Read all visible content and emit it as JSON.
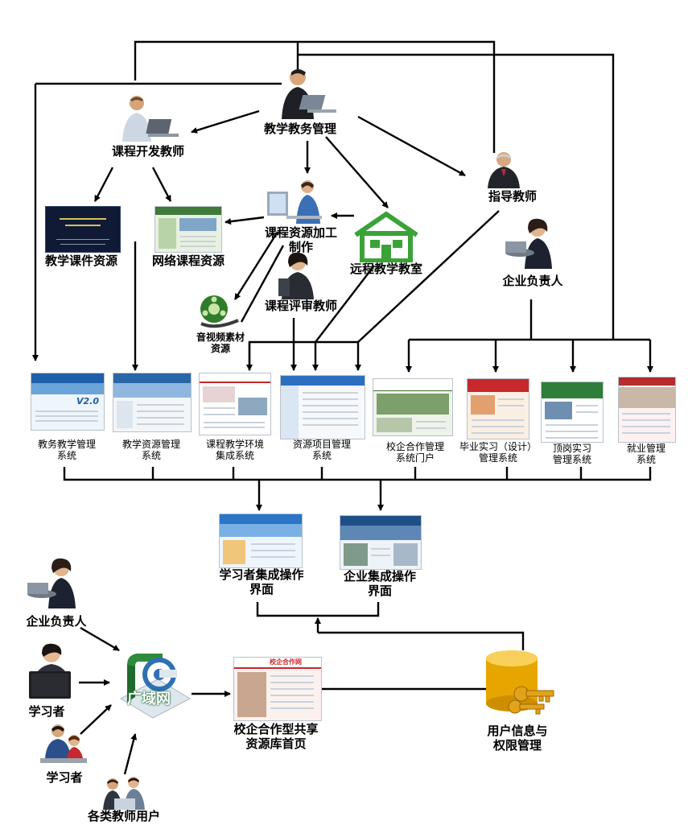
{
  "roles": {
    "teaching_admin": "教学教务管理",
    "course_dev": "课程开发教师",
    "guide_teacher": "指导教师",
    "resource_maker": "课程资源加工\n制作",
    "remote_classroom": "远程教学教室",
    "reviewer": "课程评审教师",
    "enterprise_head_top": "企业负责人"
  },
  "resources": {
    "courseware": "教学课件资源",
    "online_course": "网络课程资源",
    "av_material": "音视频素材\n资源"
  },
  "systems": [
    "教务教学管理\n系统",
    "教学资源管理\n系统",
    "课程教学环境\n集成系统",
    "资源项目管理\n系统",
    "校企合作管理\n系统门户",
    "毕业实习（设计）\n管理系统",
    "顶岗实习\n管理系统",
    "就业管理\n系统"
  ],
  "interfaces": {
    "learner_ui": "学习者集成操作\n界面",
    "enterprise_ui": "企业集成操作\n界面"
  },
  "users": {
    "enterprise_head": "企业负责人",
    "learner_1": "学习者",
    "learner_2": "学习者",
    "teacher_users": "各类教师用户"
  },
  "network": {
    "wan": "广域网",
    "portal": "校企合作型共享\n资源库首页",
    "auth": "用户信息与\n权限管理"
  },
  "colors": {
    "line": "#000000",
    "house": "#3aa338",
    "network_green": "#2e8b3e",
    "network_blue": "#2f6fb3",
    "db_gold": "#e8a500"
  },
  "screen_text": {
    "sys1_logo": "V2.0",
    "portal_title": "校企合作网"
  }
}
